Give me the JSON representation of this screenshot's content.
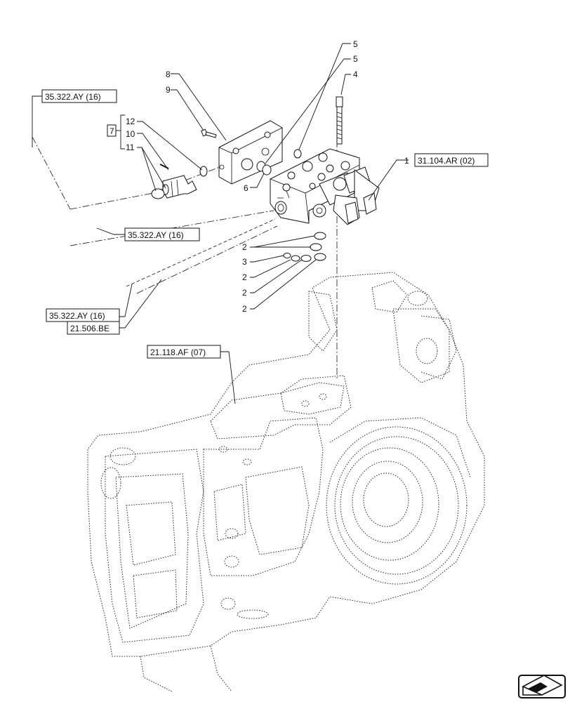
{
  "references": {
    "ref_35_322_top": "35.322.AY (16)",
    "ref_35_322_mid": "35.322.AY (16)",
    "ref_35_322_low": "35.322.AY (16)",
    "ref_21_506": "21.506.BE",
    "ref_31_104": "31.104.AR (02)",
    "ref_21_118": "21.118.AF (07)"
  },
  "callouts": {
    "c1": "1",
    "c2a": "2",
    "c2b": "2",
    "c2c": "2",
    "c2d": "2",
    "c3": "3",
    "c4": "4",
    "c5a": "5",
    "c5b": "5",
    "c6": "6",
    "c7": "7",
    "c8": "8",
    "c9": "9",
    "c10": "10",
    "c11": "11",
    "c12": "12"
  },
  "icons": {
    "nav": "next-page-arrow-icon"
  }
}
